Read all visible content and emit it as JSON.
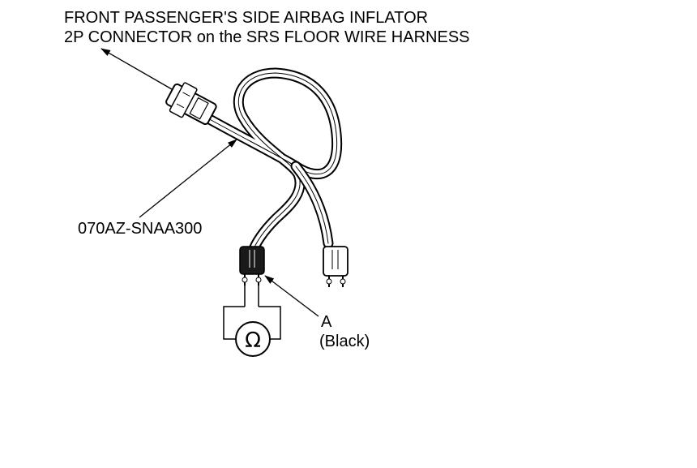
{
  "labels": {
    "title_line_1": "FRONT PASSENGER'S SIDE AIRBAG INFLATOR",
    "title_line_2": "2P CONNECTOR on the SRS FLOOR WIRE HARNESS",
    "part_number": "070AZ-SNAA300",
    "connector_a": "A",
    "connector_a_color": "(Black)",
    "ohmmeter_symbol": "Ω"
  },
  "colors": {
    "line": "#000000",
    "background": "#ffffff",
    "black_connector": "#1a1a1a"
  }
}
